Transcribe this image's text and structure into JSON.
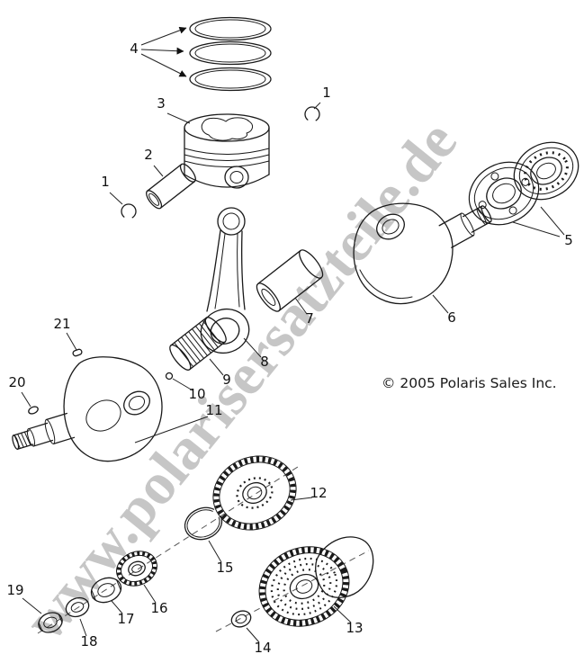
{
  "figure": {
    "background": "#ffffff",
    "line_color": "#1a1a1a",
    "watermark": {
      "text": "www.polarisersatzteile.de",
      "color": "#c6c6c6"
    },
    "copyright": "© 2005 Polaris Sales Inc.",
    "callouts": {
      "k1a": "1",
      "k1b": "1",
      "k2": "2",
      "k3": "3",
      "k4": "4",
      "k5": "5",
      "k6": "6",
      "k7": "7",
      "k8": "8",
      "k9": "9",
      "k10": "10",
      "k11": "11",
      "k12": "12",
      "k13": "13",
      "k14": "14",
      "k15": "15",
      "k16": "16",
      "k17": "17",
      "k18": "18",
      "k19": "19",
      "k20": "20",
      "k21": "21"
    }
  }
}
